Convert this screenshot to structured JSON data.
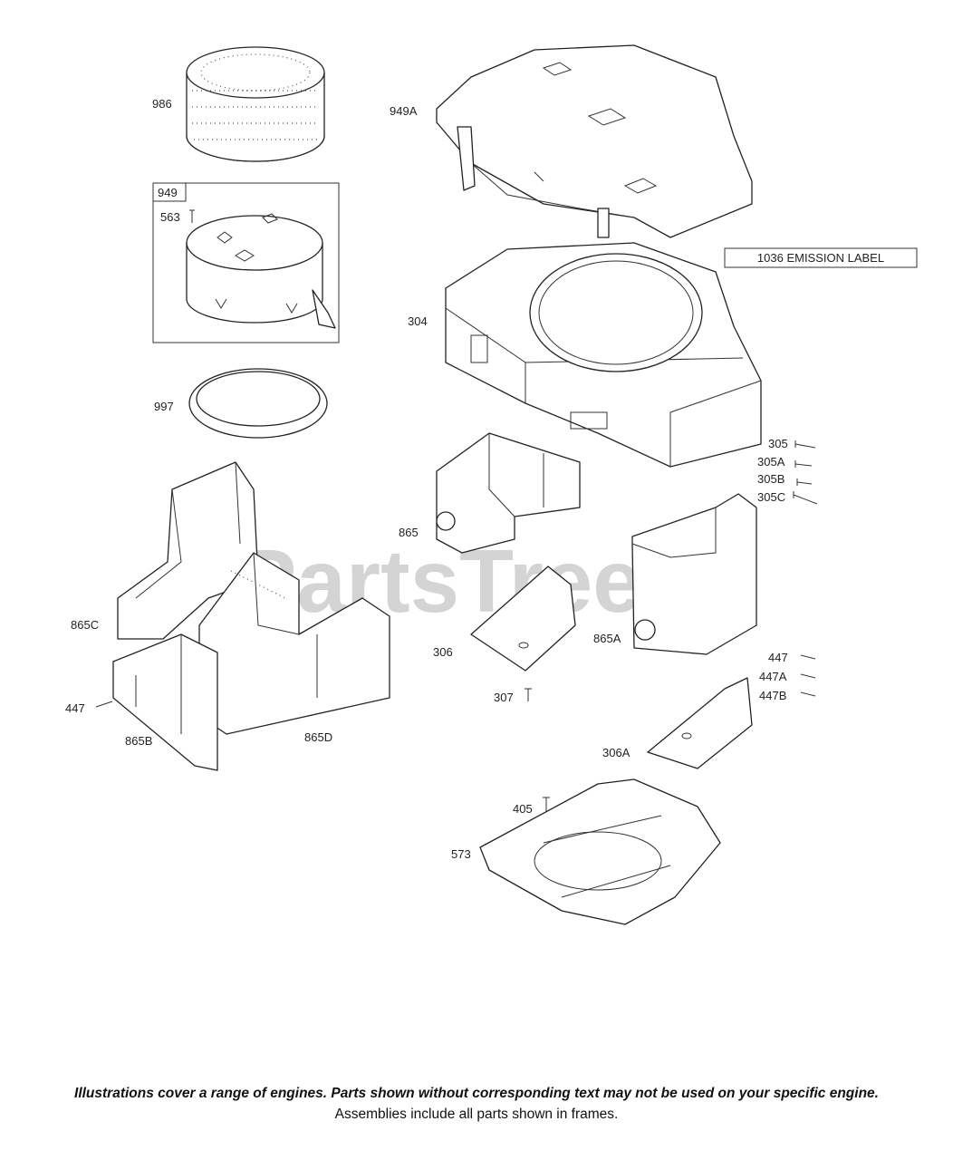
{
  "watermark": "PartsTree",
  "emission_label": "1036 EMISSION LABEL",
  "frame_label": "949",
  "part_labels": {
    "p986": "986",
    "p949A": "949A",
    "p563": "563",
    "p304": "304",
    "p997": "997",
    "p305": "305",
    "p305A": "305A",
    "p305B": "305B",
    "p305C": "305C",
    "p865": "865",
    "p865C": "865C",
    "p865A": "865A",
    "p306": "306",
    "p447": "447",
    "p447_right": "447",
    "p447A": "447A",
    "p447B": "447B",
    "p307": "307",
    "p865B": "865B",
    "p865D": "865D",
    "p306A": "306A",
    "p405": "405",
    "p573": "573"
  },
  "footer": {
    "note": "Illustrations cover a range of engines. Parts shown without corresponding text may not be used on your specific engine.",
    "sub": "Assemblies include all parts shown in frames."
  }
}
